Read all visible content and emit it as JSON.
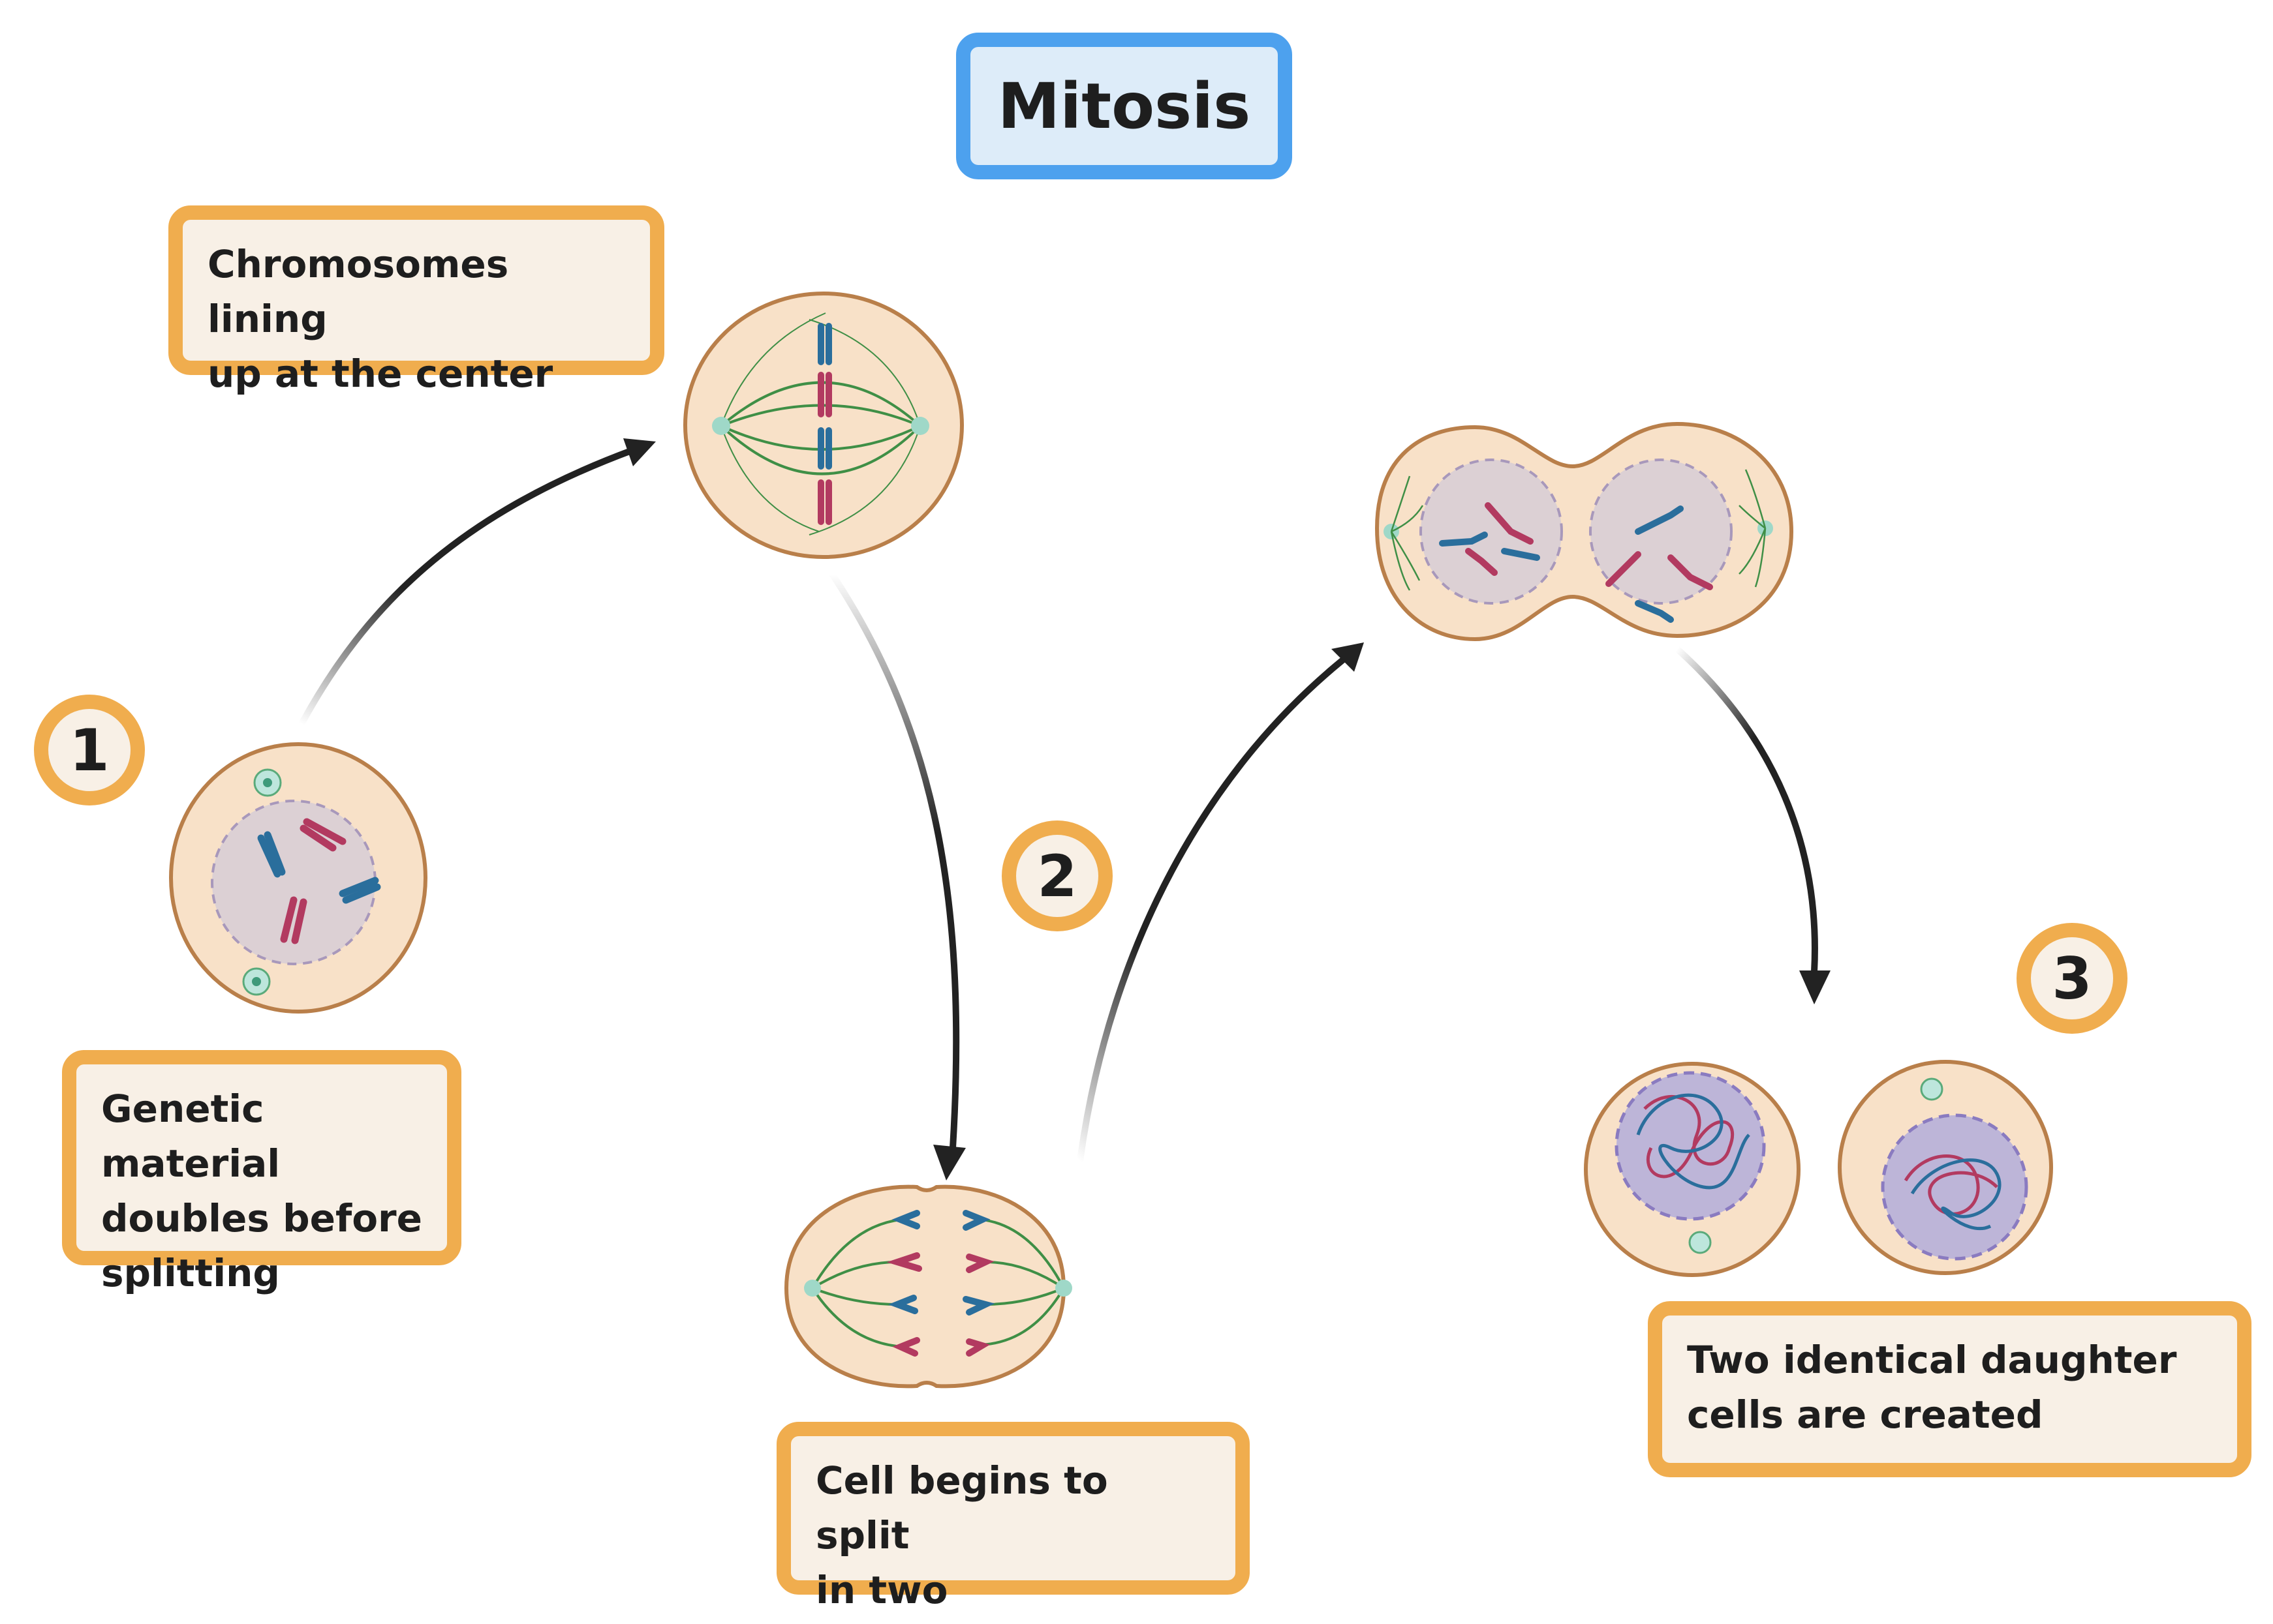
{
  "title": "Mitosis",
  "colors": {
    "title_border": "#4da1ee",
    "title_fill": "#ddecf9",
    "label_border": "#f0ad4e",
    "label_fill": "#f8f0e6",
    "cell_fill": "#f8e1c8",
    "cell_outline": "#b97f4a",
    "nucleus_fill": "#dcd0d4",
    "nucleus_dense_fill": "#bdb5d8",
    "chromosome_blue": "#2a6e9c",
    "chromosome_red": "#b23a60",
    "spindle_green": "#3f8f46",
    "centrosome_teal": "#9fd8c8",
    "arrow": "#222222"
  },
  "steps": [
    {
      "number": "1",
      "label": "Genetic material doubles before splitting"
    },
    {
      "number": "2",
      "label": "Cell begins to split in two"
    },
    {
      "number": "3",
      "label": "Two identical daughter cells are created"
    }
  ],
  "stage_labels": {
    "metaphase": "Chromosomes lining up at the center",
    "prophase": "Genetic material doubles before splitting",
    "anaphase": "Cell begins to split in two",
    "daughters": "Two identical daughter cells are created"
  },
  "label_lines": {
    "metaphase": [
      "Chromosomes lining",
      "up at the center"
    ],
    "prophase": [
      "Genetic material",
      "doubles before",
      "splitting"
    ],
    "anaphase": [
      "Cell begins to split",
      "in two"
    ],
    "daughters": [
      "Two identical daughter",
      "cells are created"
    ]
  },
  "stages": [
    "prophase-cell",
    "metaphase-cell",
    "anaphase-cell",
    "telophase-cell",
    "daughter-cells"
  ]
}
